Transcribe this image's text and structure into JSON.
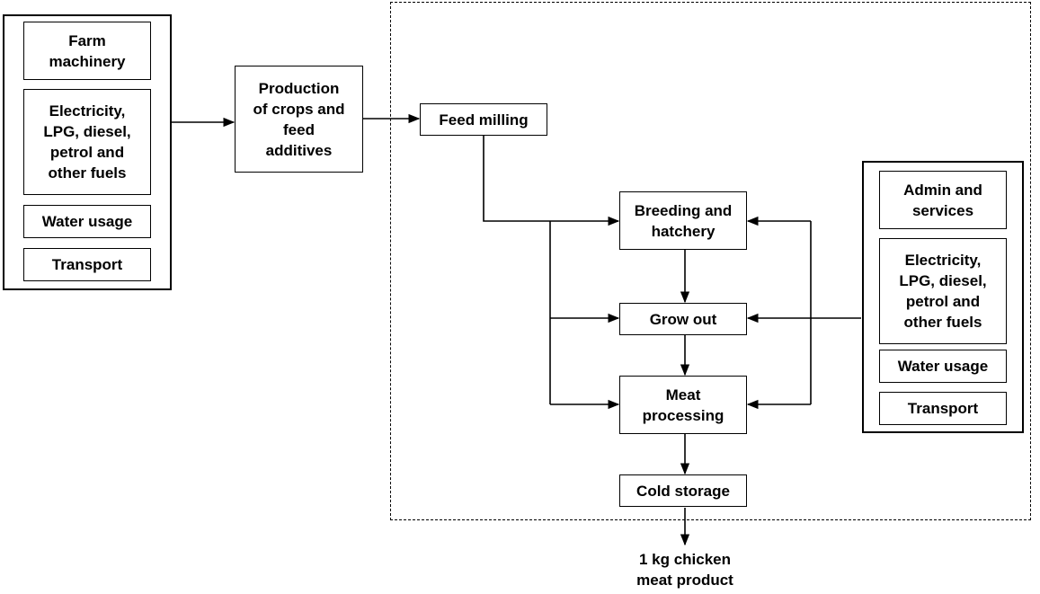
{
  "left_group": {
    "farm_machinery": "Farm\nmachinery",
    "fuels": "Electricity,\nLPG, diesel,\npetrol and\nother fuels",
    "water_usage": "Water usage",
    "transport": "Transport"
  },
  "production": "Production\nof crops and\nfeed\nadditives",
  "feed_milling": "Feed milling",
  "breeding": "Breeding and\nhatchery",
  "grow_out": "Grow out",
  "meat_processing": "Meat\nprocessing",
  "cold_storage": "Cold storage",
  "output": "1 kg chicken\nmeat product",
  "right_group": {
    "admin": "Admin and\nservices",
    "fuels": "Electricity,\nLPG, diesel,\npetrol and\nother fuels",
    "water_usage": "Water usage",
    "transport": "Transport"
  }
}
